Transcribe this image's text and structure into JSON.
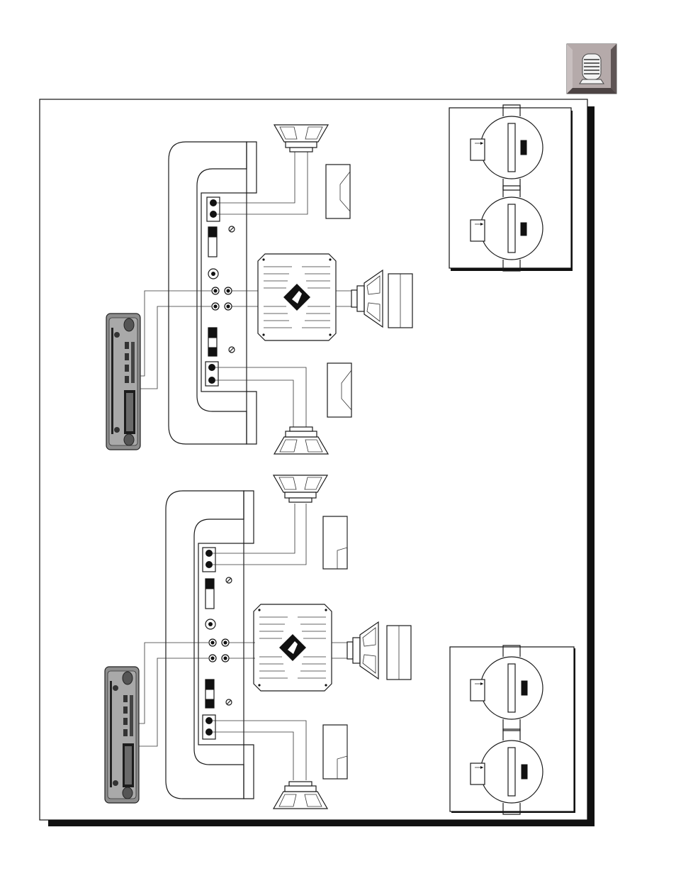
{
  "page": {
    "corner_icon": "amplifier-icon",
    "colors": {
      "ink": "#1a1a1a",
      "frame_shadow": "#111111",
      "icon_frame": "#8a7f7f",
      "icon_inner": "#b5aaaa"
    }
  },
  "diagrams": [
    {
      "name": "upper-wiring-diagram",
      "components": [
        "head-unit",
        "amplifier-chassis",
        "sub-amplifier",
        "speaker-top",
        "speaker-bottom",
        "subwoofer",
        "switch-detail-panel"
      ]
    },
    {
      "name": "lower-wiring-diagram",
      "components": [
        "head-unit",
        "amplifier-chassis",
        "sub-amplifier",
        "speaker-top",
        "speaker-bottom",
        "subwoofer",
        "switch-detail-panel"
      ]
    }
  ]
}
